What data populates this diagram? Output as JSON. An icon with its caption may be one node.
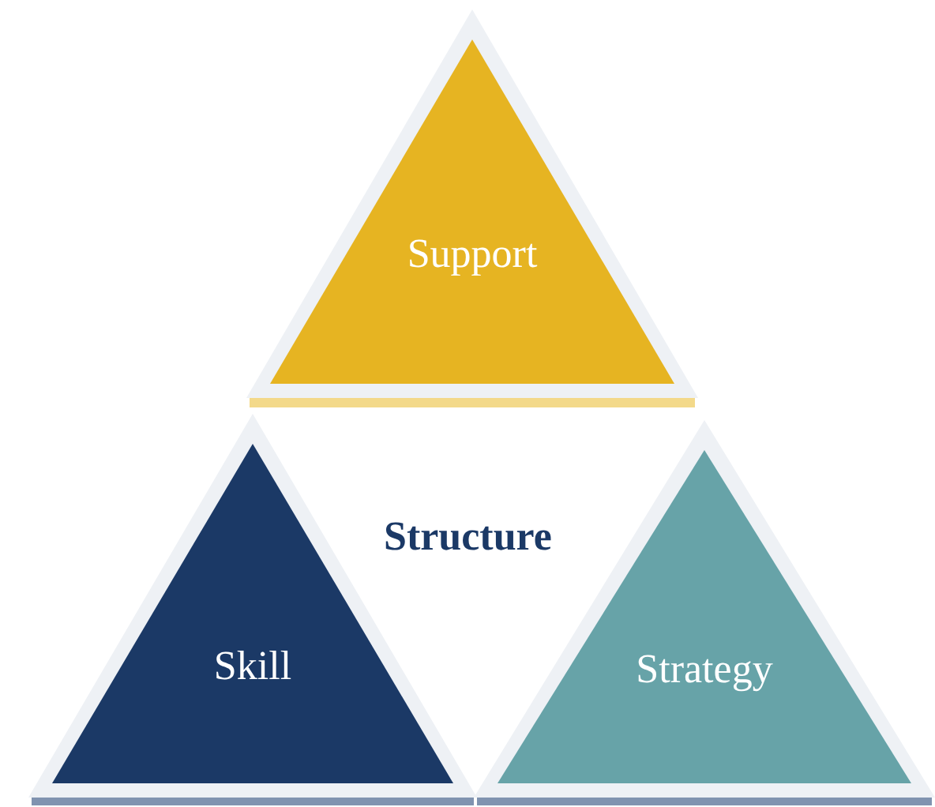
{
  "diagram": {
    "nodes": [
      {
        "text": [
          "Support"
        ]
      },
      {
        "text": [
          "Skill"
        ]
      },
      {
        "text": [
          "Strategy"
        ]
      }
    ],
    "labels": [
      "Structure"
    ]
  }
}
